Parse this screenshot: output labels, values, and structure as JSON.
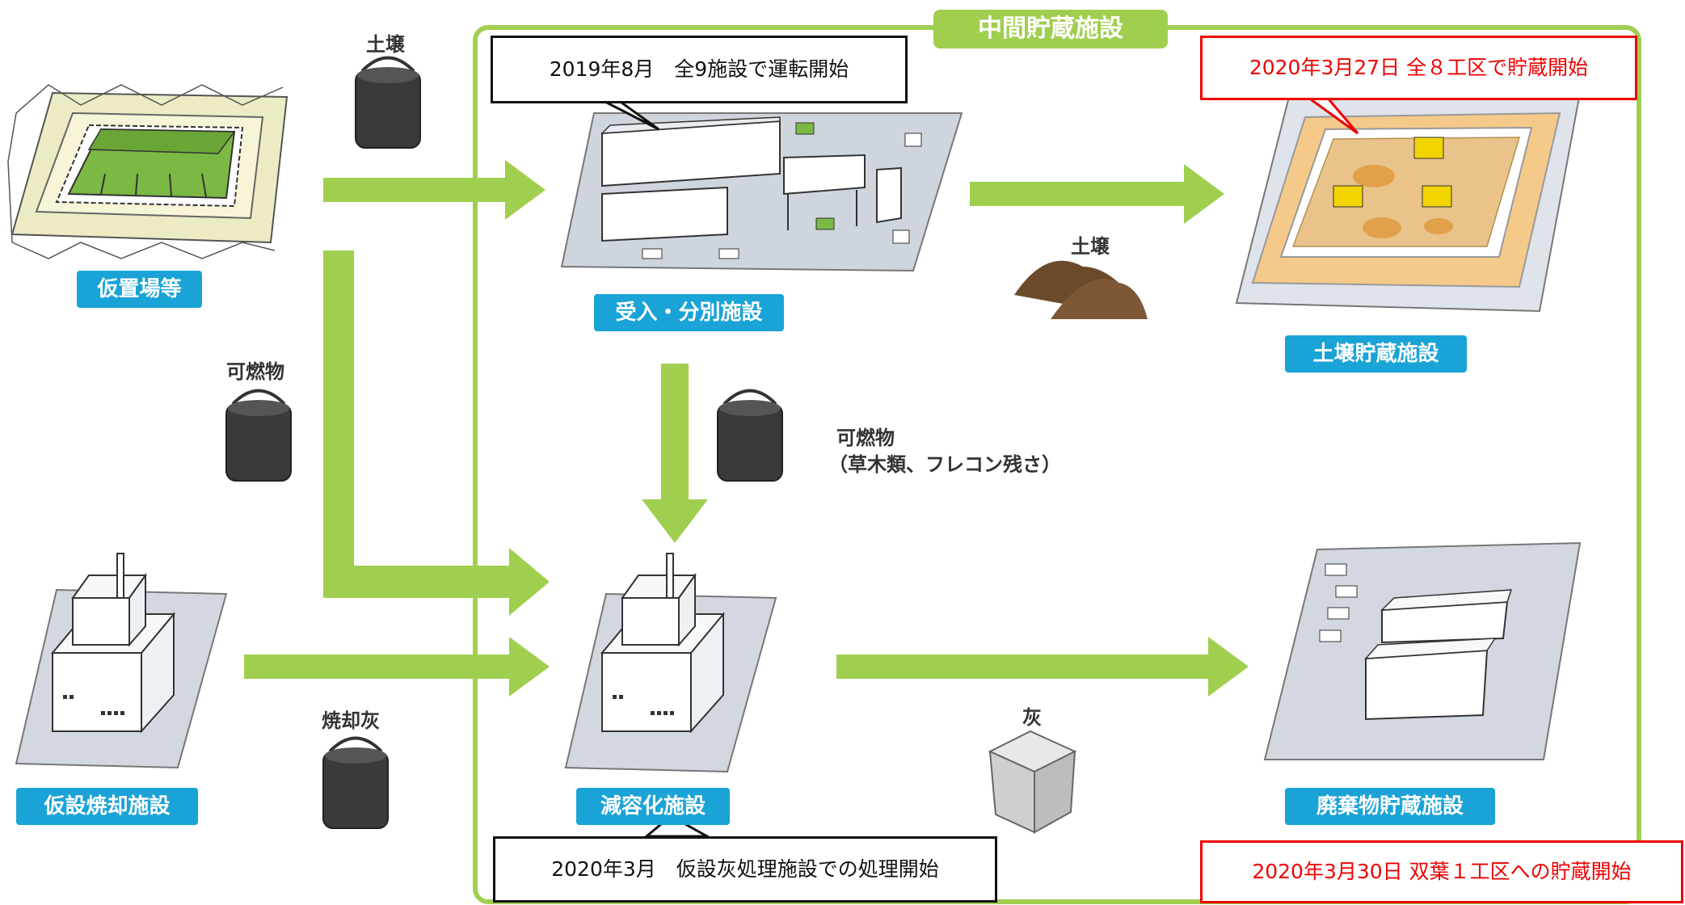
{
  "region": {
    "title": "中間貯蔵施設"
  },
  "facilities": {
    "temporary_storage": "仮置場等",
    "reception": "受入・分別施設",
    "soil_storage": "土壌貯蔵施設",
    "temporary_incinerator": "仮設焼却施設",
    "volume_reduction": "減容化施設",
    "waste_storage": "廃棄物貯蔵施設"
  },
  "materials": {
    "soil_top": "土壌",
    "soil_right": "土壌",
    "combustibles_left": "可燃物",
    "combustibles_center_line1": "可燃物",
    "combustibles_center_line2": "（草木類、フレコン残さ）",
    "incineration_ash": "焼却灰",
    "ash": "灰"
  },
  "callouts": {
    "reception_start": "2019年8月　全9施設で運転開始",
    "soil_storage_start": "2020年3月27日 全８工区で貯蔵開始",
    "ash_processing_start": "2020年3月　仮設灰処理施設での処理開始",
    "waste_storage_start": "2020年3月30日 双葉１工区への貯蔵開始"
  },
  "colors": {
    "arrow": "#a0cf50",
    "label_bg": "#1aa3d6",
    "region_border": "#a0cf50",
    "highlight": "#e00000"
  }
}
